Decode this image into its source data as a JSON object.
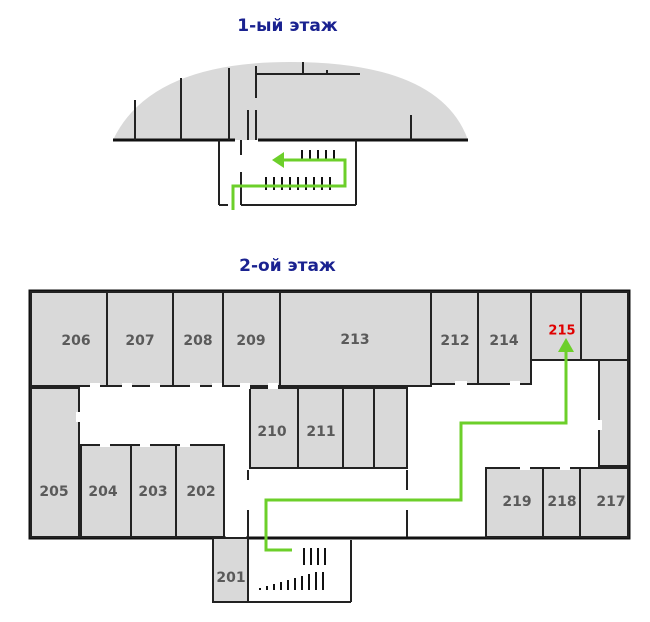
{
  "floors": {
    "floor1_title": "1-ый этаж",
    "floor2_title": "2-ой этаж"
  },
  "rooms": {
    "r206": "206",
    "r207": "207",
    "r208": "208",
    "r209": "209",
    "r213": "213",
    "r212": "212",
    "r214": "214",
    "r215": "215",
    "r210": "210",
    "r211": "211",
    "r205": "205",
    "r204": "204",
    "r203": "203",
    "r202": "202",
    "r219": "219",
    "r218": "218",
    "r217": "217",
    "r201": "201"
  },
  "colors": {
    "title": "#1a2290",
    "room_fill": "#d9d9d9",
    "route": "#6ccf2a",
    "target_label": "#e00000"
  },
  "route_target": "215"
}
